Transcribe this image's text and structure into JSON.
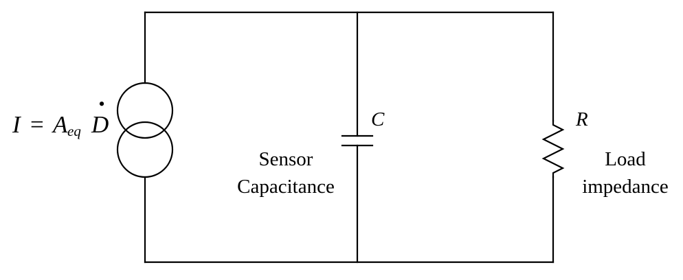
{
  "source_equation": {
    "lhs": "I",
    "equals": "=",
    "coef": "A",
    "coef_subscript": "eq",
    "variable": "D",
    "dot": "•"
  },
  "capacitor": {
    "symbol": "C",
    "caption_line1": "Sensor",
    "caption_line2": "Capacitance"
  },
  "resistor": {
    "symbol": "R",
    "caption_line1": "Load",
    "caption_line2": "impedance"
  }
}
